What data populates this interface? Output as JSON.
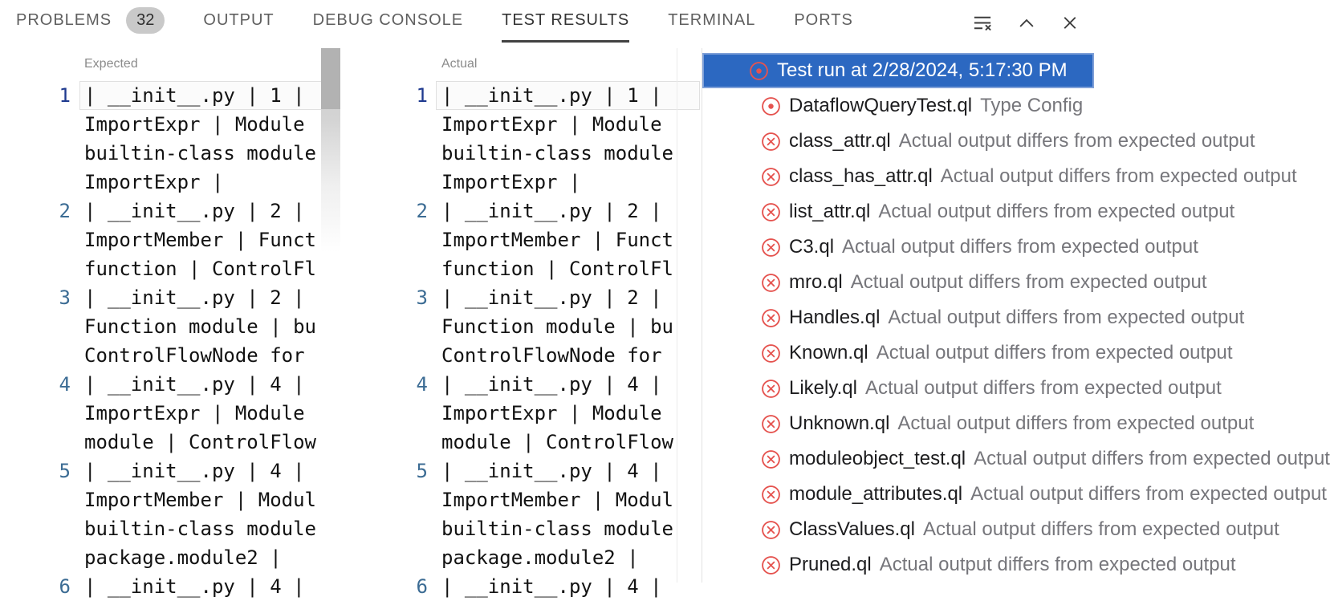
{
  "header": {
    "tabs": [
      {
        "label": "PROBLEMS",
        "badge": "32",
        "active": false
      },
      {
        "label": "OUTPUT",
        "active": false
      },
      {
        "label": "DEBUG CONSOLE",
        "active": false
      },
      {
        "label": "TEST RESULTS",
        "active": true
      },
      {
        "label": "TERMINAL",
        "active": false
      },
      {
        "label": "PORTS",
        "active": false
      }
    ],
    "actions": [
      {
        "name": "clear-output-icon"
      },
      {
        "name": "maximize-panel-icon"
      },
      {
        "name": "close-panel-icon"
      }
    ]
  },
  "diff": {
    "expected": {
      "title": "Expected",
      "rows": [
        {
          "n": "1",
          "t": "| __init__.py | 1 |",
          "hl": true
        },
        {
          "t": "ImportExpr | Module"
        },
        {
          "t": "builtin-class module"
        },
        {
          "t": "ImportExpr |"
        },
        {
          "n": "2",
          "t": "| __init__.py | 2 |"
        },
        {
          "t": "ImportMember | Funct"
        },
        {
          "t": "function | ControlFl"
        },
        {
          "n": "3",
          "t": "| __init__.py | 2 |"
        },
        {
          "t": "Function module | bu"
        },
        {
          "t": "ControlFlowNode for"
        },
        {
          "n": "4",
          "t": "| __init__.py | 4 |"
        },
        {
          "t": "ImportExpr | Module"
        },
        {
          "t": "module | ControlFlow"
        },
        {
          "n": "5",
          "t": "| __init__.py | 4 |"
        },
        {
          "t": "ImportMember | Modul"
        },
        {
          "t": "builtin-class module"
        },
        {
          "t": "package.module2 |"
        },
        {
          "n": "6",
          "t": "| __init__.py | 4 |"
        }
      ]
    },
    "actual": {
      "title": "Actual",
      "rows": [
        {
          "n": "1",
          "t": "| __init__.py | 1 |",
          "hl": true
        },
        {
          "t": "ImportExpr | Module"
        },
        {
          "t": "builtin-class module"
        },
        {
          "t": "ImportExpr |"
        },
        {
          "n": "2",
          "t": "| __init__.py | 2 |"
        },
        {
          "t": "ImportMember | Funct"
        },
        {
          "t": "function | ControlFl"
        },
        {
          "n": "3",
          "t": "| __init__.py | 2 |"
        },
        {
          "t": "Function module | bu"
        },
        {
          "t": "ControlFlowNode for"
        },
        {
          "n": "4",
          "t": "| __init__.py | 4 |"
        },
        {
          "t": "ImportExpr | Module"
        },
        {
          "t": "module | ControlFlow"
        },
        {
          "n": "5",
          "t": "| __init__.py | 4 |"
        },
        {
          "t": "ImportMember | Modul"
        },
        {
          "t": "builtin-class module"
        },
        {
          "t": "package.module2 |"
        },
        {
          "n": "6",
          "t": "| __init__.py | 4 |"
        }
      ]
    }
  },
  "test_results": {
    "run": {
      "label": "Test run at 2/28/2024, 5:17:30 PM",
      "icon": "circle-dot-icon",
      "selected": true
    },
    "tests": [
      {
        "name": "DataflowQueryTest.ql",
        "message": "Type Config",
        "icon": "circle-dot-icon"
      },
      {
        "name": "class_attr.ql",
        "message": "Actual output differs from expected output",
        "icon": "error-icon"
      },
      {
        "name": "class_has_attr.ql",
        "message": "Actual output differs from expected output",
        "icon": "error-icon"
      },
      {
        "name": "list_attr.ql",
        "message": "Actual output differs from expected output",
        "icon": "error-icon"
      },
      {
        "name": "C3.ql",
        "message": "Actual output differs from expected output",
        "icon": "error-icon"
      },
      {
        "name": "mro.ql",
        "message": "Actual output differs from expected output",
        "icon": "error-icon"
      },
      {
        "name": "Handles.ql",
        "message": "Actual output differs from expected output",
        "icon": "error-icon"
      },
      {
        "name": "Known.ql",
        "message": "Actual output differs from expected output",
        "icon": "error-icon"
      },
      {
        "name": "Likely.ql",
        "message": "Actual output differs from expected output",
        "icon": "error-icon"
      },
      {
        "name": "Unknown.ql",
        "message": "Actual output differs from expected output",
        "icon": "error-icon"
      },
      {
        "name": "moduleobject_test.ql",
        "message": "Actual output differs from expected output",
        "icon": "error-icon"
      },
      {
        "name": "module_attributes.ql",
        "message": "Actual output differs from expected output",
        "icon": "error-icon"
      },
      {
        "name": "ClassValues.ql",
        "message": "Actual output differs from expected output",
        "icon": "error-icon"
      },
      {
        "name": "Pruned.ql",
        "message": "Actual output differs from expected output",
        "icon": "error-icon"
      }
    ]
  },
  "colors": {
    "selection_blue": "#2c68c1",
    "selection_border": "#7fa0d8",
    "error_red": "#e5534f",
    "active_tab": "#333333",
    "inactive_tab": "#5f5f5f",
    "line_number": "#3c6c94",
    "active_line_number": "#1f3a8f",
    "message_gray": "#76767b"
  }
}
